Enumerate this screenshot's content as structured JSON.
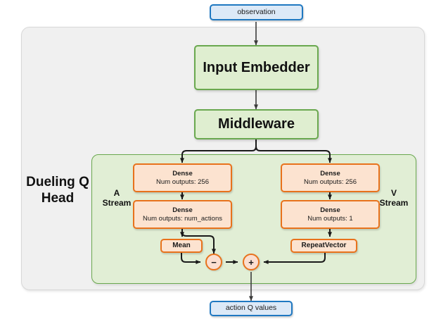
{
  "diagram": {
    "title_label": "Dueling Q Head",
    "io": {
      "input_label": "observation",
      "output_label": "action Q values"
    },
    "backbone": [
      {
        "label": "Input Embedder"
      },
      {
        "label": "Middleware"
      }
    ],
    "streams": {
      "advantage": {
        "name": "A\nStream",
        "name_line1": "A",
        "name_line2": "Stream",
        "layers": [
          {
            "title": "Dense",
            "subtitle": "Num outputs: 256"
          },
          {
            "title": "Dense",
            "subtitle": "Num outputs: num_actions"
          }
        ],
        "reducer": "Mean",
        "operator": "−"
      },
      "value": {
        "name_line1": "V",
        "name_line2": "Stream",
        "layers": [
          {
            "title": "Dense",
            "subtitle": "Num outputs: 256"
          },
          {
            "title": "Dense",
            "subtitle": "Num outputs: 1"
          }
        ],
        "expander": "RepeatVector",
        "operator": "+"
      }
    },
    "colors": {
      "io_border": "#1f78c1",
      "io_fill": "#dce9f7",
      "green_border": "#6aa84f",
      "green_fill": "#dfeed0",
      "panel_inner_fill": "#e1eed5",
      "panel_outer_fill": "#f0f0f0",
      "orange_border": "#e8721c",
      "orange_fill": "#fce3d0",
      "wire": "#1a1a1a"
    }
  }
}
